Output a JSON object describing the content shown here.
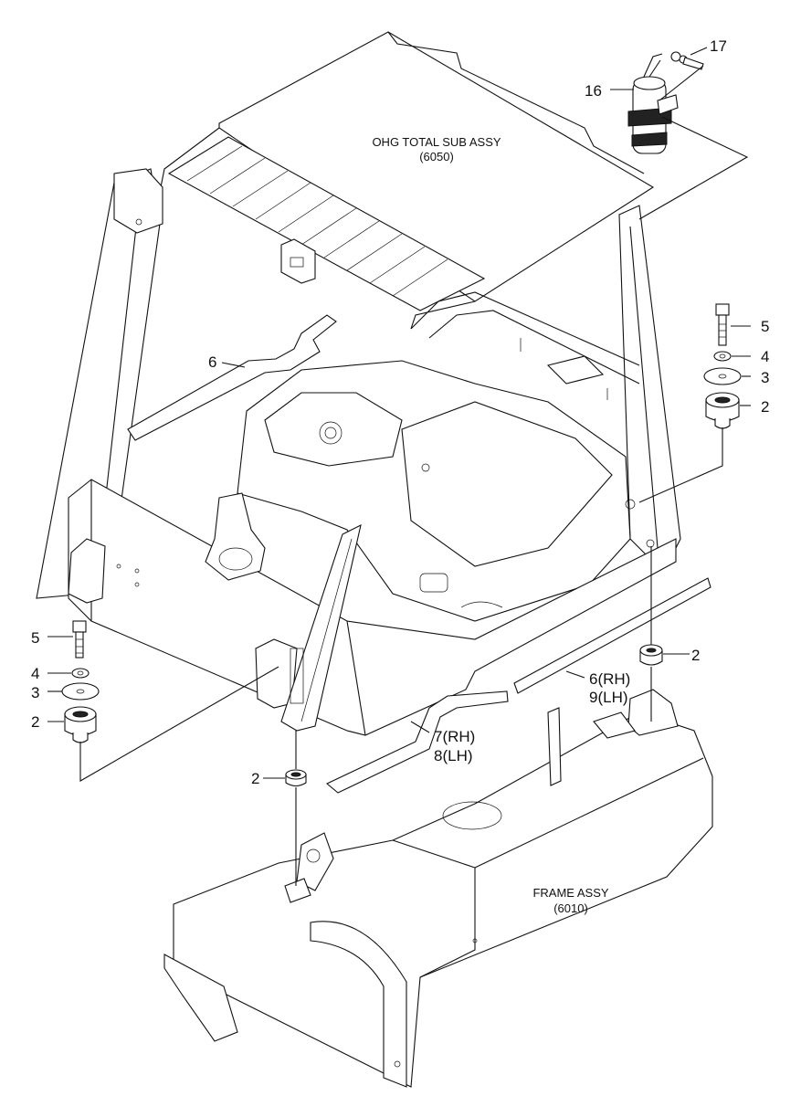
{
  "assemblies": {
    "ohg": {
      "name": "OHG TOTAL SUB ASSY",
      "code": "(6050)"
    },
    "frame": {
      "name": "FRAME ASSY",
      "code": "(6010)"
    }
  },
  "callouts": {
    "c17": "17",
    "c16": "16",
    "c6_top": "6",
    "c5_right": "5",
    "c4_right": "4",
    "c3_right": "3",
    "c2_right": "2",
    "c2_lower_right": "2",
    "c6_rh": "6(RH)",
    "c9_lh": "9(LH)",
    "c7_rh": "7(RH)",
    "c8_lh": "8(LH)",
    "c5_left": "5",
    "c4_left": "4",
    "c3_left": "3",
    "c2_left": "2",
    "c2_center": "2"
  }
}
